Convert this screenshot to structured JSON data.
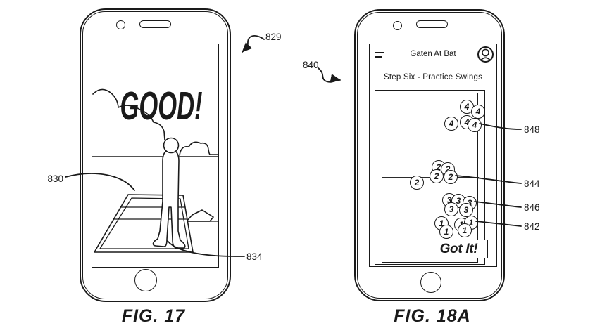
{
  "fig17": {
    "caption": "FIG. 17",
    "screen_text": "GOOD!",
    "ref_phone": "829",
    "ref_batters_box": "830",
    "ref_feet": "834"
  },
  "fig18a": {
    "caption": "FIG. 18A",
    "header": {
      "title": "Gaten At Bat",
      "menu_icon": "hamburger-icon",
      "profile_icon": "user-avatar-icon"
    },
    "subtitle": "Step Six - Practice Swings",
    "button_label": "Got It!",
    "ref_phone": "840",
    "ref_group4": "848",
    "ref_group2": "844",
    "ref_group3": "846",
    "ref_group1": "842",
    "tokens": [
      "4",
      "4",
      "4",
      "4",
      "4",
      "2",
      "2",
      "2",
      "2",
      "2",
      "3",
      "3",
      "3",
      "3",
      "3",
      "1",
      "1",
      "1",
      "1",
      "1"
    ]
  }
}
